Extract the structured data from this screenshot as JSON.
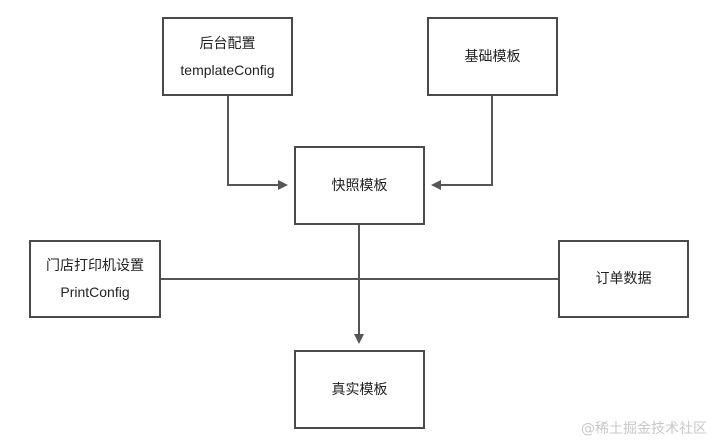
{
  "nodes": {
    "backend_config": {
      "title": "后台配置",
      "subtitle": "templateConfig"
    },
    "base_template": {
      "title": "基础模板"
    },
    "snapshot_template": {
      "title": "快照模板"
    },
    "store_printer": {
      "title": "门店打印机设置",
      "subtitle": "PrintConfig"
    },
    "order_data": {
      "title": "订单数据"
    },
    "real_template": {
      "title": "真实模板"
    }
  },
  "watermark": "@稀土掘金技术社区",
  "colors": {
    "border": "#4a4a4a",
    "edge": "#555555",
    "watermark": "#c8c8c8"
  }
}
